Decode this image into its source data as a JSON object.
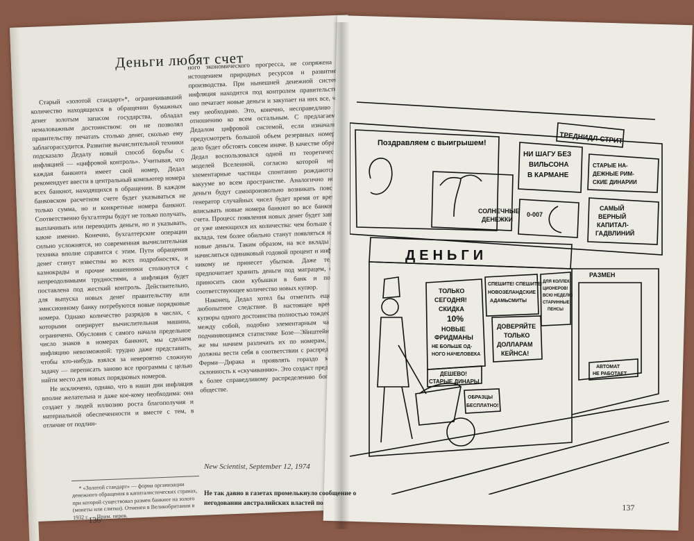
{
  "left_page": {
    "running_head": "Деньги любят счет",
    "col_a": [
      "Старый «золотой стандарт»*, ограничивавший количество находящихся в обращении бумажных денег золотым запасом государства, обладал немаловажным достоинством: он не позволял правительству печатать столько денег, сколько ему заблагорассудится. Развитие вычислительной техники подсказало Дедалу новый способ борьбы с инфляцией — «цифровой контроль». Учитывая, что каждая банкнота имеет свой номер, Дедал рекомендует ввести в центральный компьютер номера всех банкнот, находящихся в обращении. В каждом банковском расчетном счете будет указываться не только сумма, но и конкретные номера банкнот. Соответственно бухгалтеры будут не только получать, выплачивать или переводить деньги, но и указывать, какие именно. Конечно, бухгалтерские операции сильно усложнятся, но современная вычислительная техника вполне справится с этим. Пути обращения денег станут известны во всех подробностях, и казнокрады и прочие мошенники столкнутся с непреодолимыми трудностями, а инфляция будет поставлена под жесткий контроль. Действительно, для выпуска новых денег правительству или эмиссионному банку потребуются новые порядковые номера. Однако количество разрядов в числах, с которыми оперирует вычислительная машина, ограничено. Обусловив с самого начала предельное число знаков в номерах банкнот, мы сделаем инфляцию невозможной: трудно даже представить, чтобы кто-нибудь взялся за невероятно сложную задачу — переписать заново все программы с целью найти место для новых порядковых номеров.",
      "Не исключено, однако, что в наши дни инфляция вполне желательна и даже кое-кому необходима: она создает у людей иллюзию роста благополучия и материальной обеспеченности и вместе с тем, в отличие от подлин-"
    ],
    "col_b": [
      "ного экономического прогресса, не сопряжена с истощением природных ресурсов и развитием производства. При нынешней денежной системе инфляция находится под контролем правительства: оно печатает новые деньги и закупает на них все, что ему необходимо. Это, конечно, несправедливо по отношению ко всем остальным. С предлагаемой Дедалом цифровой системой, если изначально предусмотреть большой объем резервных номеров, дело будет обстоять совсем иначе. В качестве образца Дедал воспользовался одной из теоретических моделей Вселенной, согласно которой новые элементарные частицы спонтанно рождаются в вакууме во всем пространстве. Аналогично новые деньги будут самопроизвольно возникать повсюду: генератор случайных чисел будет время от времени вписывать новые номера банкнот во все банковские счета. Процесс появления новых денег будет зависеть от уже имеющихся их количества: чем больше сумма вклада, тем более обильно станут появляться на нем новые деньги. Таким образом, на все вклады будут начисляться одинаковый годовой процент и инфляция никому не принесет убытков. Даже те, кто предпочитает хранить деньги под матрацем, смогут приносить свои кубышки в банк и получать соответствующее количество новых купюр.",
      "Наконец, Дедал хотел бы отметить еще одно любопытное следствие. В настоящее время все купюры одного достоинства полностью тождественны между собой, подобно элементарным частицам, подчиняющимся статистике Бозе—Эйнштейна. Если же мы начнем различать их по номерам, то они должны вести себя в соответствии с распределением Ферми—Дирака и проявлять гораздо меньшую склонность к «скучиванию». Это создаст предпосылки к более справедливому распределению богатства в обществе."
    ],
    "footnote": "* «Золотой стандарт» — форма организации денежного обращения в капиталистических странах, при которой существовал размен банкнот на золото (монеты или слитки). Отменен в Великобритании в 1932 г. — Прим. перев.",
    "source": "New Scientist, September 12, 1974",
    "next_paragraph": "Не так давно в газетах промелькнуло сообщение о негодовании австралийских властей по",
    "page_number": "136"
  },
  "right_page": {
    "page_number": "137",
    "illustration": {
      "sign_congrats": "Поздравляем с выигрышем!",
      "sign_street": "ТРЕДНИДЛ-СТРИТ",
      "sign_wilson": [
        "НИ ШАГУ БЕЗ",
        "ВИЛЬСОНА",
        "В КАРМАНЕ"
      ],
      "sign_dinars": [
        "СТАРЫЕ НА-",
        "ДЕЖНЫЕ РИМ-",
        "СКИЕ ДИНАРИИ"
      ],
      "sign_sunny": [
        "СОЛНЕЧНЫЕ",
        "ДЕНЕЖКИ"
      ],
      "sign_capital": [
        "САМЫЙ",
        "ВЕРНЫЙ",
        "КАПИТАЛ-",
        "ГАДВЛИНИЙ"
      ],
      "sign_0007": "0-007",
      "sign_money": "ДЕНЬГИ",
      "sign_exchange": "РАЗМЕН",
      "sign_today": [
        "ТОЛЬКО",
        "СЕГОДНЯ!",
        "СКИДКА",
        "10%",
        "НОВЫЕ",
        "ФРИДМАНЫ",
        "НЕ БОЛЬШЕ ОД-",
        "НОГО НАЧЕЛОВЕКА"
      ],
      "sign_hurry": [
        "СПЕШИТЕ! СПЕШИТЕ!",
        "НОВОЗЕЛАНДСКИЕ",
        "АДАМЬСМИТЫ"
      ],
      "sign_collectors": [
        "ДЛЯ КОЛЛЕК-",
        "ЦИОНЕРОВ!",
        "ВСЮ НЕДЕЛЮ",
        "СТАРИННЫЕ",
        "ПЕНСЫ"
      ],
      "sign_trust": [
        "ДОВЕРЯЙТЕ",
        "ТОЛЬКО",
        "ДОЛЛАРАМ",
        "КЕЙНСА!"
      ],
      "sign_cheap": [
        "ДЕШЕВО!",
        "СТАРЫЕ ДИНАРЫ"
      ],
      "sign_samples": [
        "ОБРАЗЦЫ",
        "БЕСПЛАТНО!"
      ],
      "sign_atm": [
        "АВТОМАТ",
        "НЕ РАБОТАЕТ"
      ]
    }
  }
}
